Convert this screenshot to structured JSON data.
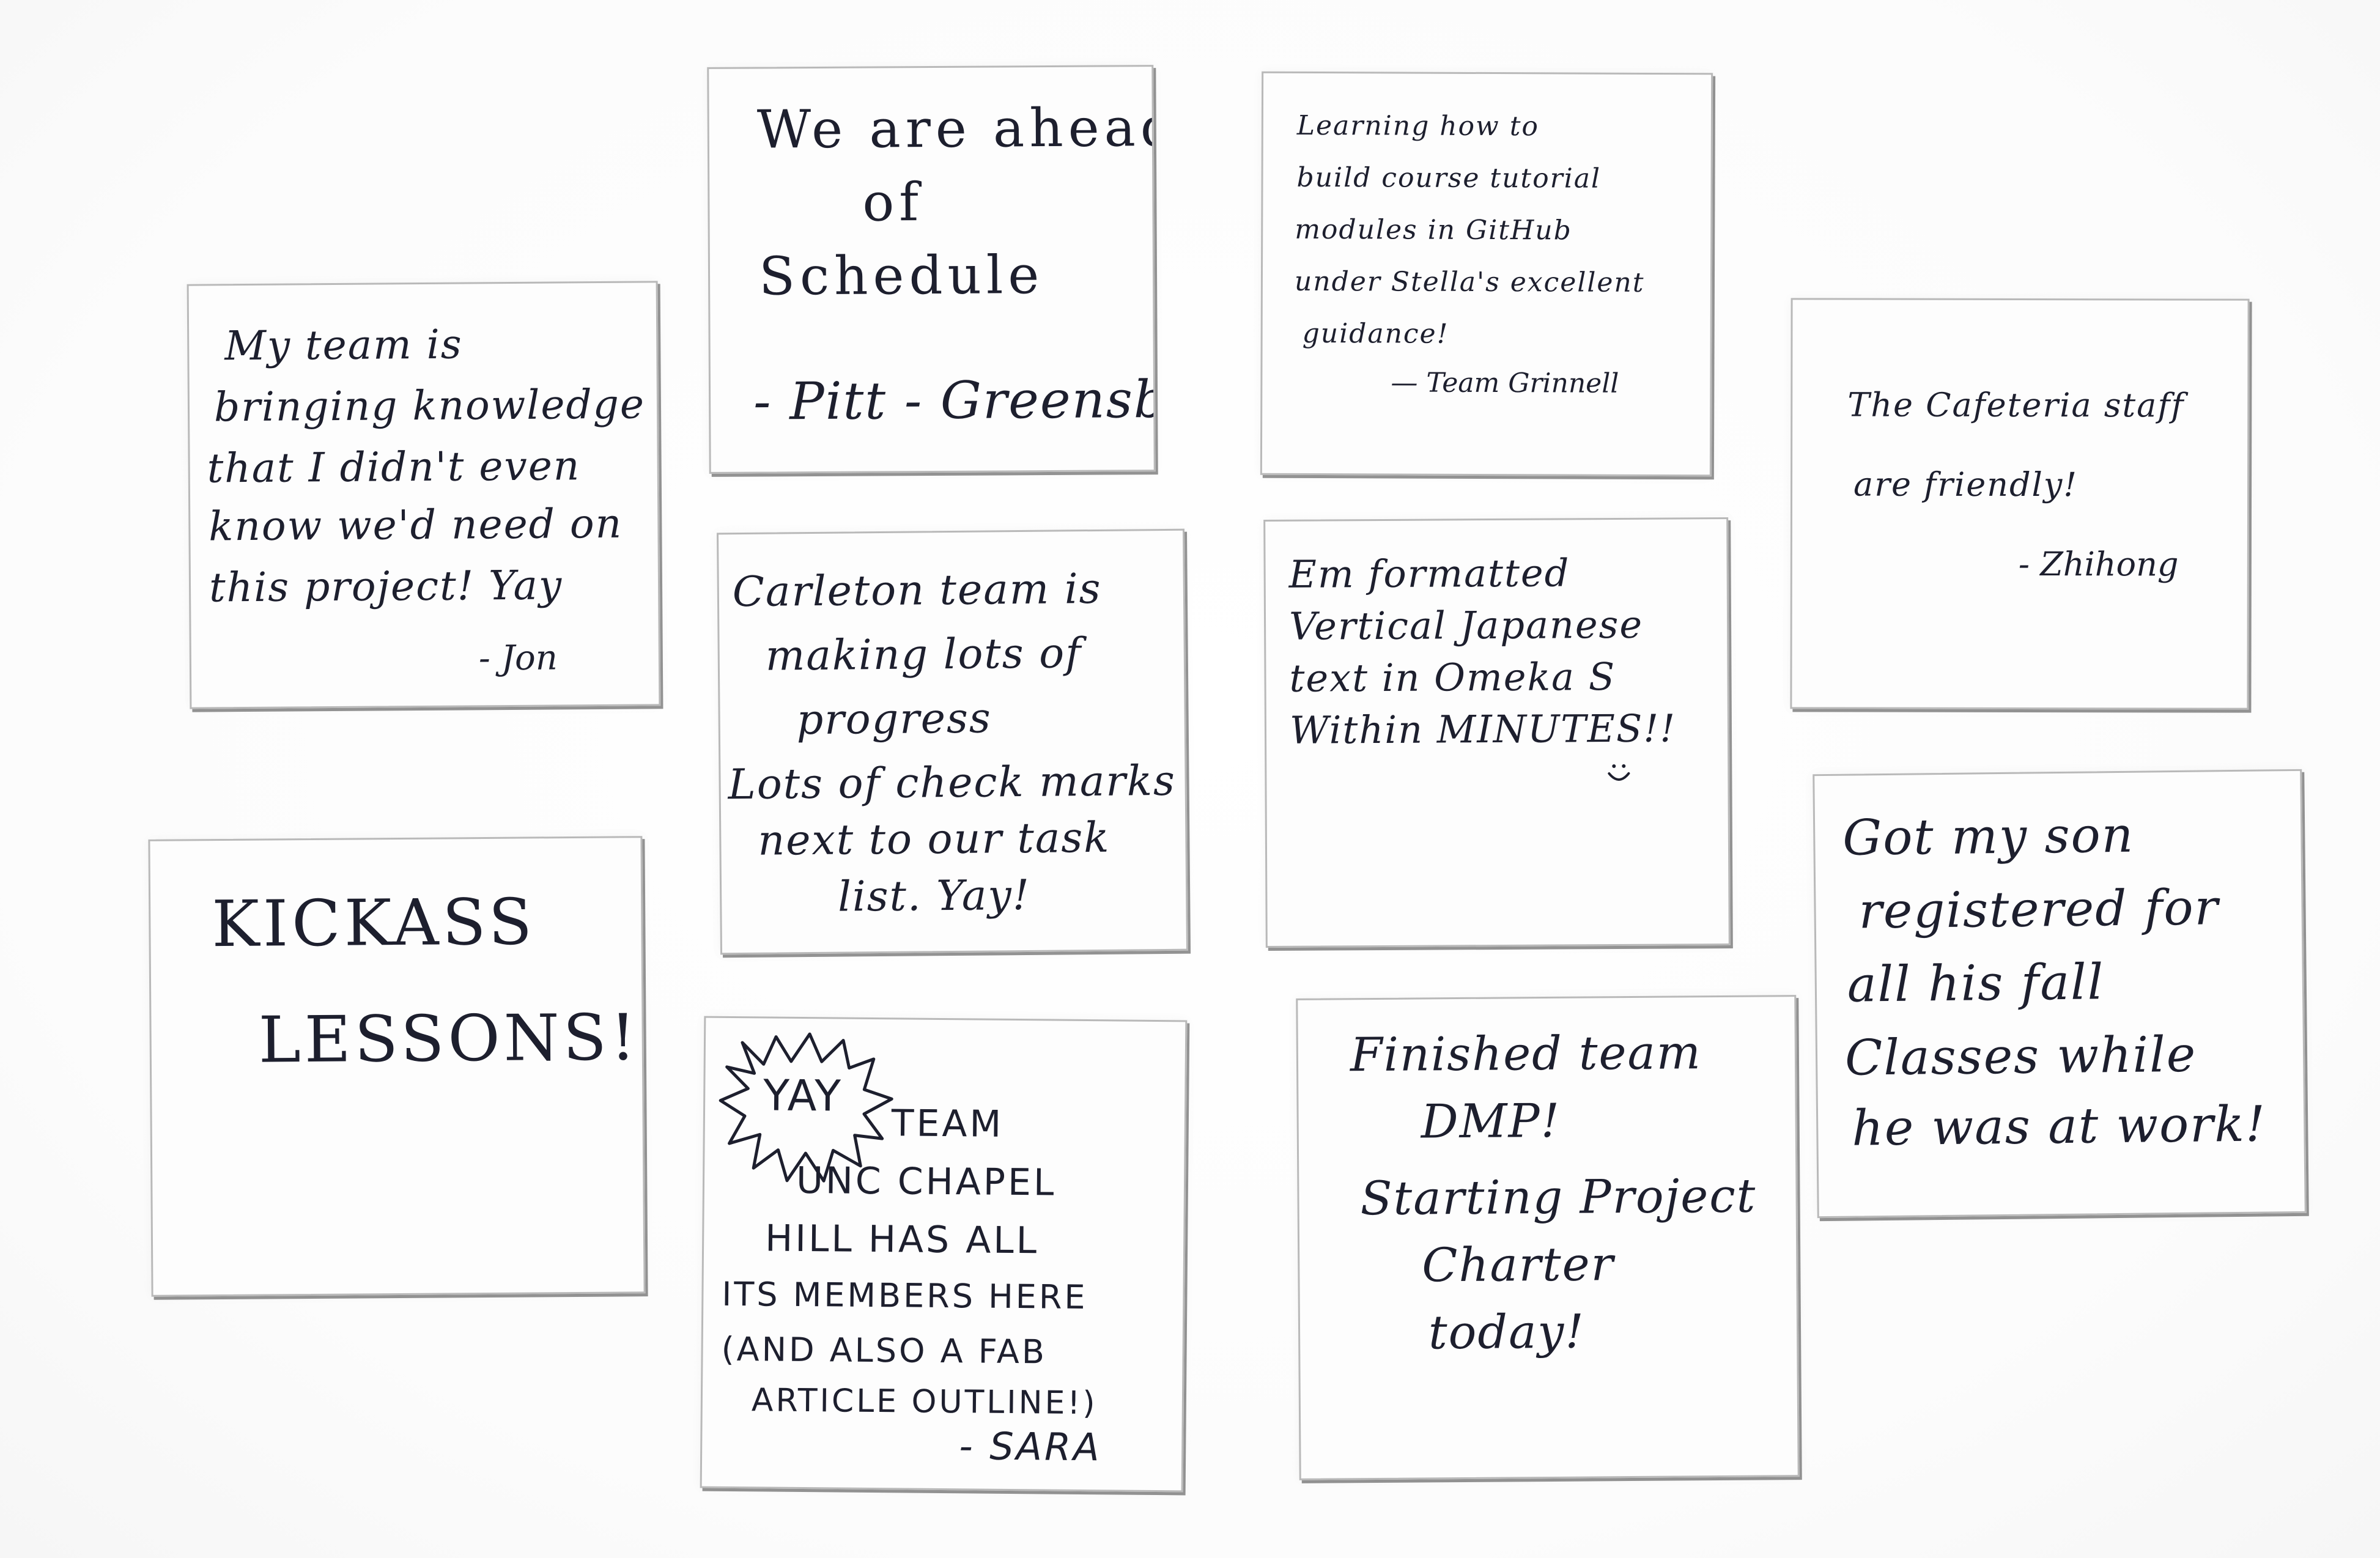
{
  "notes": [
    {
      "lines": [
        "My team is",
        "bringing knowledge",
        "that I didn't even",
        "know we'd need on",
        "this project! Yay"
      ],
      "signature": "- Jon"
    },
    {
      "lines": [
        "We are ahead",
        "of",
        "Schedule"
      ],
      "signature": "- Pitt - Greensburg"
    },
    {
      "lines": [
        "Learning how to",
        "build course tutorial",
        "modules in GitHub",
        "under Stella's excellent",
        "guidance!"
      ],
      "signature": "— Team Grinnell"
    },
    {
      "lines": [
        "The Cafeteria staff",
        "are friendly!"
      ],
      "signature": "- Zhihong"
    },
    {
      "lines": [
        "Carleton team is",
        "making lots of",
        "progress",
        "Lots of check marks",
        "next to our task",
        "list. Yay!"
      ],
      "signature": ""
    },
    {
      "lines": [
        "Em formatted",
        "Vertical Japanese",
        "text in Omeka S",
        "Within MINUTES!!"
      ],
      "signature": ""
    },
    {
      "lines": [
        "KICKASS",
        "LESSONS!"
      ],
      "signature": ""
    },
    {
      "lines": [
        "Got my son",
        "registered for",
        "all his fall",
        "Classes while",
        "he was at work!"
      ],
      "signature": ""
    },
    {
      "burst": "YAY",
      "lines": [
        "TEAM",
        "UNC CHAPEL",
        "HILL HAS ALL",
        "ITS MEMBERS HERE",
        "(AND ALSO A FAB",
        "ARTICLE OUTLINE!)"
      ],
      "signature": "- SARA"
    },
    {
      "lines": [
        "Finished team",
        "DMP!",
        "Starting Project",
        "Charter",
        "today!"
      ],
      "signature": ""
    }
  ]
}
